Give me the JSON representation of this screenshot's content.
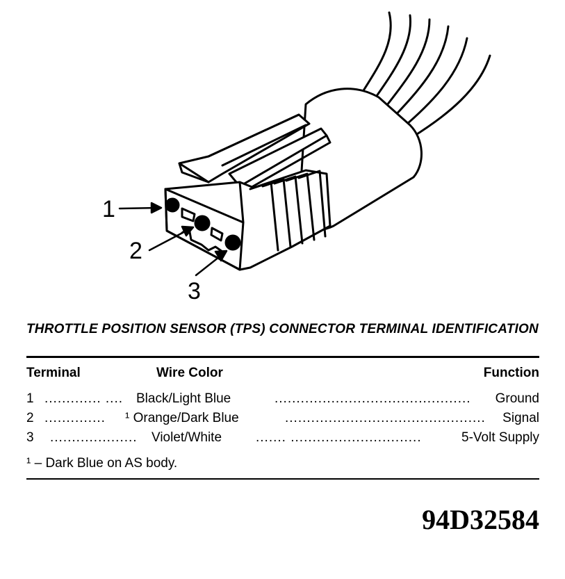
{
  "diagram": {
    "callouts": [
      "1",
      "2",
      "3"
    ]
  },
  "table": {
    "title": "THROTTLE POSITION SENSOR (TPS) CONNECTOR TERMINAL IDENTIFICATION",
    "headers": {
      "terminal": "Terminal",
      "wire_color": "Wire Color",
      "function": "Function"
    },
    "rows": [
      {
        "terminal": "1",
        "dots_a": "............. ....",
        "wire_color": "Black/Light Blue",
        "dots_b": ".............................................",
        "function": "Ground"
      },
      {
        "terminal": "2",
        "dots_a": "..............",
        "wire_color": "¹ Orange/Dark Blue",
        "dots_b": ".................................................",
        "function": "Signal"
      },
      {
        "terminal": "3",
        "dots_a": "....................",
        "wire_color": "Violet/White",
        "dots_b": "....... ..............................",
        "function": "5-Volt Supply"
      }
    ],
    "footnote": "¹  –  Dark Blue on AS body."
  },
  "figure_id": "94D32584"
}
